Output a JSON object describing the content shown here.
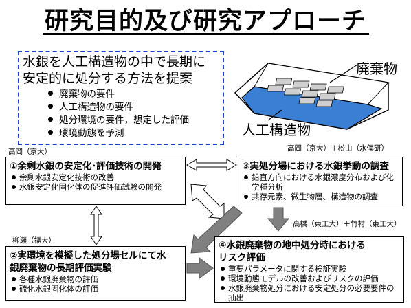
{
  "title": "研究目的及び研究アプローチ",
  "goal": {
    "line1": "水銀を人工構造物の中で長期に",
    "line2": "安定的に処分する方法を提案",
    "bullets": [
      "廃棄物の要件",
      "人工構造物の要件",
      "処分環境の要件，想定した評価",
      "環境動態を予測"
    ]
  },
  "illustration": {
    "waste_label": "廃棄物",
    "structure_label": "人工構造物"
  },
  "researchers": {
    "r1": "高岡（京大）",
    "r3": "高岡（京大）＋松山（水俣研）",
    "r2": "柳瀬（福大）",
    "r4": "高橋（東工大）＋竹村（東工大）"
  },
  "boxes": {
    "b1": {
      "title": "①余剰水銀の安定化･評価技術の開発",
      "items": [
        "余剰水銀安定化技術の改善",
        "水銀安定化固化体の促進評価試験の開発"
      ]
    },
    "b2": {
      "title1": "②実環境を模擬した処分場セルにて水",
      "title2": "銀廃棄物の長期評価実験",
      "items": [
        "各種水銀廃棄物の評価",
        "硫化水銀固化体の評価"
      ]
    },
    "b3": {
      "title": "③実処分場における水銀挙動の調査",
      "items": [
        "鉛直方向における水銀濃度分布および化学種分析",
        "共存元素、微生物層、構造物の調査"
      ]
    },
    "b4": {
      "title1": "④水銀廃棄物の地中処分時における",
      "title2": "リスク評価",
      "items": [
        "重要パラメータに関する検証実験",
        "環境動態モデルの改善およびリスクの評価",
        "水銀廃棄物処分における安定処分の必要要件の抽出"
      ]
    }
  },
  "colors": {
    "dash_border": "#1f3fd0",
    "structure_fill": "#3b7fd4",
    "arrow_fill": "#808080"
  }
}
